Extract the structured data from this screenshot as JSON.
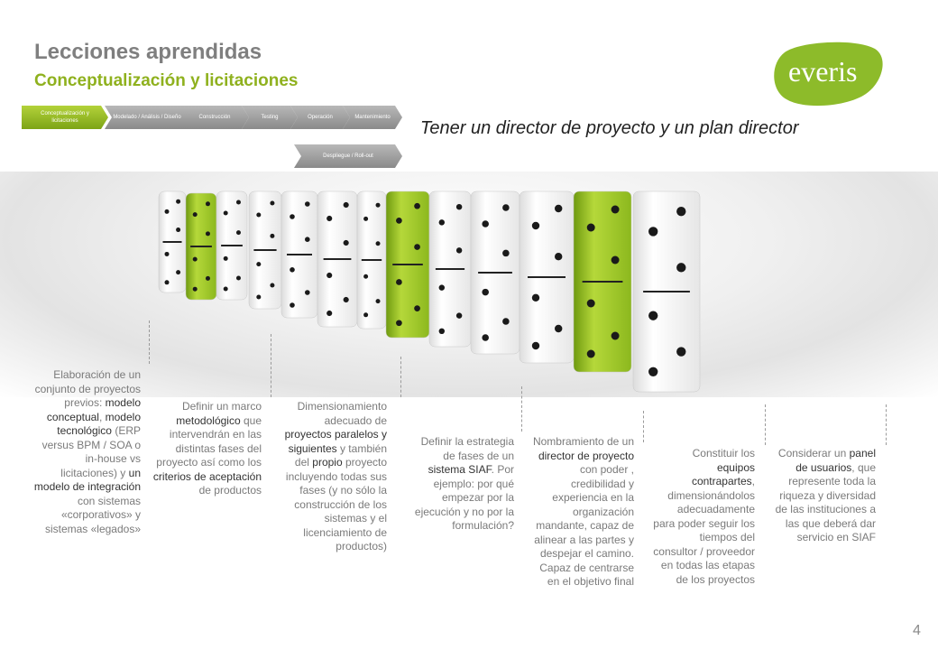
{
  "header": {
    "title": "Lecciones aprendidas",
    "subtitle": "Conceptualización y licitaciones",
    "tagline": "Tener un director de proyecto y un plan director",
    "logo_text": "everis"
  },
  "process": {
    "steps": [
      {
        "label": "Conceptualización y licitaciones",
        "active": true
      },
      {
        "label": "Modelado / Análisis / Diseño",
        "active": false
      },
      {
        "label": "Construcción",
        "active": false
      },
      {
        "label": "Testing",
        "active": false
      },
      {
        "label": "Operación",
        "active": false
      },
      {
        "label": "Mantenimiento",
        "active": false
      },
      {
        "label": "Despliegue / Roll-out",
        "active": false
      }
    ]
  },
  "lessons": [
    {
      "parts": [
        {
          "t": "Elaboración de un conjunto de proyectos previos: ",
          "k": false
        },
        {
          "t": "modelo conceptual",
          "k": true
        },
        {
          "t": ", ",
          "k": false
        },
        {
          "t": "modelo tecnológico",
          "k": true
        },
        {
          "t": " (ERP versus BPM / SOA o in-house vs licitaciones) y ",
          "k": false
        },
        {
          "t": "un modelo de integración",
          "k": true
        },
        {
          "t": " con sistemas «corporativos» y sistemas «legados»",
          "k": false
        }
      ]
    },
    {
      "parts": [
        {
          "t": "Definir un marco ",
          "k": false
        },
        {
          "t": "metodológico",
          "k": true
        },
        {
          "t": " que intervendrán en las distintas fases del proyecto así como los ",
          "k": false
        },
        {
          "t": "criterios de aceptación",
          "k": true
        },
        {
          "t": " de productos",
          "k": false
        }
      ]
    },
    {
      "parts": [
        {
          "t": "Dimensionamiento adecuado de ",
          "k": false
        },
        {
          "t": "proyectos paralelos y siguientes",
          "k": true
        },
        {
          "t": " y también del ",
          "k": false
        },
        {
          "t": "propio",
          "k": true
        },
        {
          "t": " proyecto incluyendo todas sus fases (y no sólo la construcción de los sistemas y el licenciamiento de productos)",
          "k": false
        }
      ]
    },
    {
      "parts": [
        {
          "t": "Definir la estrategia de fases de un ",
          "k": false
        },
        {
          "t": "sistema SIAF",
          "k": true
        },
        {
          "t": ". Por ejemplo: por qué empezar por la ejecución y no por la formulación?",
          "k": false
        }
      ]
    },
    {
      "parts": [
        {
          "t": "Nombramiento de un ",
          "k": false
        },
        {
          "t": "director de proyecto",
          "k": true
        },
        {
          "t": " con poder , credibilidad y experiencia en la organización mandante, capaz de alinear a las partes y despejar el camino. Capaz de centrarse en el objetivo final",
          "k": false
        }
      ]
    },
    {
      "parts": [
        {
          "t": "Constituir los ",
          "k": false
        },
        {
          "t": "equipos contrapartes",
          "k": true
        },
        {
          "t": ", dimensionándolos adecuadamente para poder seguir los tiempos del consultor / proveedor en todas las etapas de los proyectos",
          "k": false
        }
      ]
    },
    {
      "parts": [
        {
          "t": "Considerar un ",
          "k": false
        },
        {
          "t": "panel de usuarios",
          "k": true
        },
        {
          "t": ", que represente toda la riqueza y diversidad de las instituciones a las que deberá dar servicio en SIAF",
          "k": false
        }
      ]
    }
  ],
  "page_number": "4",
  "colors": {
    "accent": "#8fb11e",
    "logo": "#8dbb2a",
    "title": "#7f7f7f"
  }
}
